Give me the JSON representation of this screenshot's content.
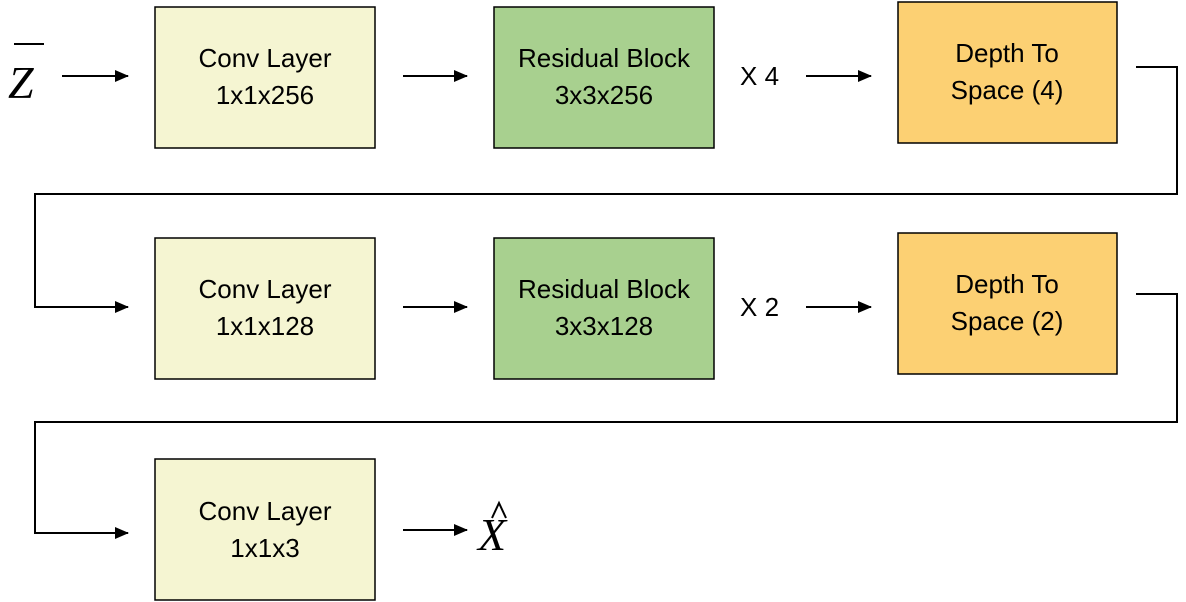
{
  "input": {
    "symbol": "Z",
    "decoration": "bar"
  },
  "output": {
    "symbol": "X",
    "decoration": "hat"
  },
  "colors": {
    "conv": "#f5f5d2",
    "residual": "#a8d08f",
    "depth_to_space": "#fcd073",
    "border": "#000000",
    "line": "#000000"
  },
  "rows": [
    {
      "conv": {
        "title": "Conv Layer",
        "spec": "1x1x256"
      },
      "residual": {
        "title": "Residual Block",
        "spec": "3x3x256"
      },
      "repeat": "X 4",
      "depth": {
        "title": "Depth To",
        "spec": "Space (4)"
      }
    },
    {
      "conv": {
        "title": "Conv Layer",
        "spec": "1x1x128"
      },
      "residual": {
        "title": "Residual Block",
        "spec": "3x3x128"
      },
      "repeat": "X 2",
      "depth": {
        "title": "Depth To",
        "spec": "Space (2)"
      }
    },
    {
      "conv": {
        "title": "Conv Layer",
        "spec": "1x1x3"
      }
    }
  ]
}
